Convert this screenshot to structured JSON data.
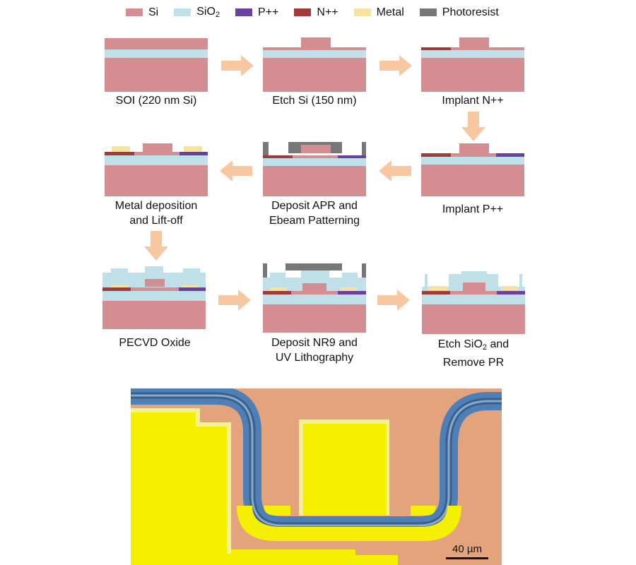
{
  "colors": {
    "si": "#d48e91",
    "sio2": "#bfe0e8",
    "p_plus": "#6a3fa0",
    "n_plus": "#a23a3a",
    "metal": "#f7e3a0",
    "photoresist": "#777777",
    "arrow": "#f7c7a0"
  },
  "legend": [
    {
      "label": "Si",
      "color_key": "si"
    },
    {
      "label": "SiO",
      "sub": "2",
      "color_key": "sio2"
    },
    {
      "label": "P++",
      "color_key": "p_plus"
    },
    {
      "label": "N++",
      "color_key": "n_plus"
    },
    {
      "label": "Metal",
      "color_key": "metal"
    },
    {
      "label": "Photoresist",
      "color_key": "photoresist"
    }
  ],
  "steps": [
    {
      "lines": [
        "SOI (220 nm Si)"
      ]
    },
    {
      "lines": [
        "Etch Si (150 nm)"
      ]
    },
    {
      "lines": [
        "Implant N++"
      ]
    },
    {
      "lines": [
        "Implant P++"
      ]
    },
    {
      "lines": [
        "Deposit APR and",
        "Ebeam Patterning"
      ]
    },
    {
      "lines": [
        "Metal deposition",
        "and Lift-off"
      ]
    },
    {
      "lines": [
        "PECVD Oxide"
      ]
    },
    {
      "lines": [
        "Deposit NR9 and",
        "UV Lithography"
      ]
    },
    {
      "lines": [
        "Etch SiO",
        "and",
        "Remove PR"
      ],
      "sub": "2"
    }
  ],
  "scale_bar": {
    "label": "40 µm"
  }
}
